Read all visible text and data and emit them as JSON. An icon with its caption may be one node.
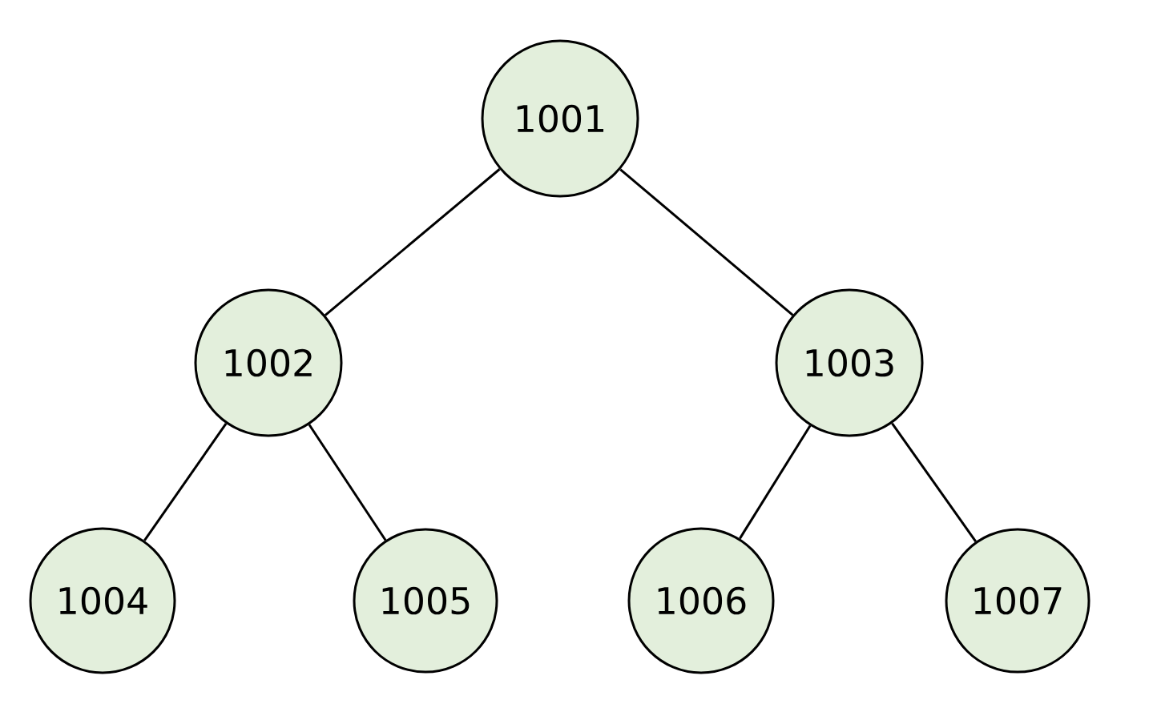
{
  "diagram": {
    "nodes": [
      {
        "text": [
          "1001"
        ]
      },
      {
        "text": [
          "1002"
        ]
      },
      {
        "text": [
          "1003"
        ]
      },
      {
        "text": [
          "1004"
        ]
      },
      {
        "text": [
          "1005"
        ]
      },
      {
        "text": [
          "1006"
        ]
      },
      {
        "text": [
          "1007"
        ]
      }
    ],
    "edges": [
      {
        "from": 0,
        "to": 1,
        "arrow": "none"
      },
      {
        "from": 0,
        "to": 2,
        "arrow": "none"
      },
      {
        "from": 1,
        "to": 3,
        "arrow": "none"
      },
      {
        "from": 1,
        "to": 4,
        "arrow": "none"
      },
      {
        "from": 2,
        "to": 5,
        "arrow": "none"
      },
      {
        "from": 2,
        "to": 6,
        "arrow": "none"
      }
    ]
  }
}
